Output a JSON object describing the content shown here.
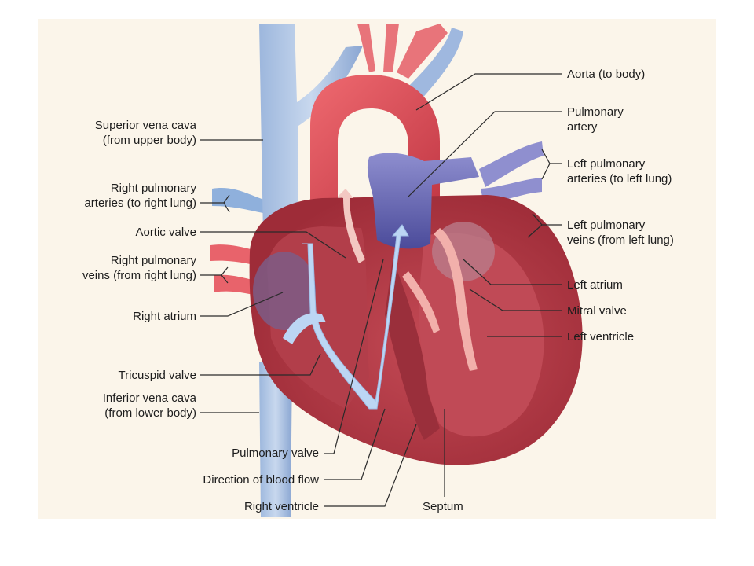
{
  "labels": {
    "aorta": "Aorta (to body)",
    "pulmonary_artery": [
      "Pulmonary",
      "artery"
    ],
    "left_pulm_arteries": [
      "Left pulmonary",
      "arteries (to left lung)"
    ],
    "left_pulm_veins": [
      "Left pulmonary",
      "veins (from left lung)"
    ],
    "left_atrium": "Left atrium",
    "mitral_valve": "Mitral valve",
    "left_ventricle": "Left ventricle",
    "svc": [
      "Superior vena cava",
      "(from upper body)"
    ],
    "right_pulm_arteries": [
      "Right pulmonary",
      "arteries (to right lung)"
    ],
    "aortic_valve": "Aortic valve",
    "right_pulm_veins": [
      "Right pulmonary",
      "veins (from right lung)"
    ],
    "right_atrium": "Right atrium",
    "tricuspid_valve": "Tricuspid valve",
    "ivc": [
      "Inferior vena cava",
      "(from lower body)"
    ],
    "pulmonary_valve": "Pulmonary valve",
    "direction_flow": "Direction of blood flow",
    "right_ventricle": "Right ventricle",
    "septum": "Septum"
  },
  "colors": {
    "background": "#fbf5ea",
    "heart_muscle": "#b83a45",
    "oxygenated": "#e0505a",
    "deoxygenated": "#7f9fd0",
    "flow_arrow_blue": "#b6d2f2",
    "flow_arrow_red": "#f4b6b0"
  }
}
